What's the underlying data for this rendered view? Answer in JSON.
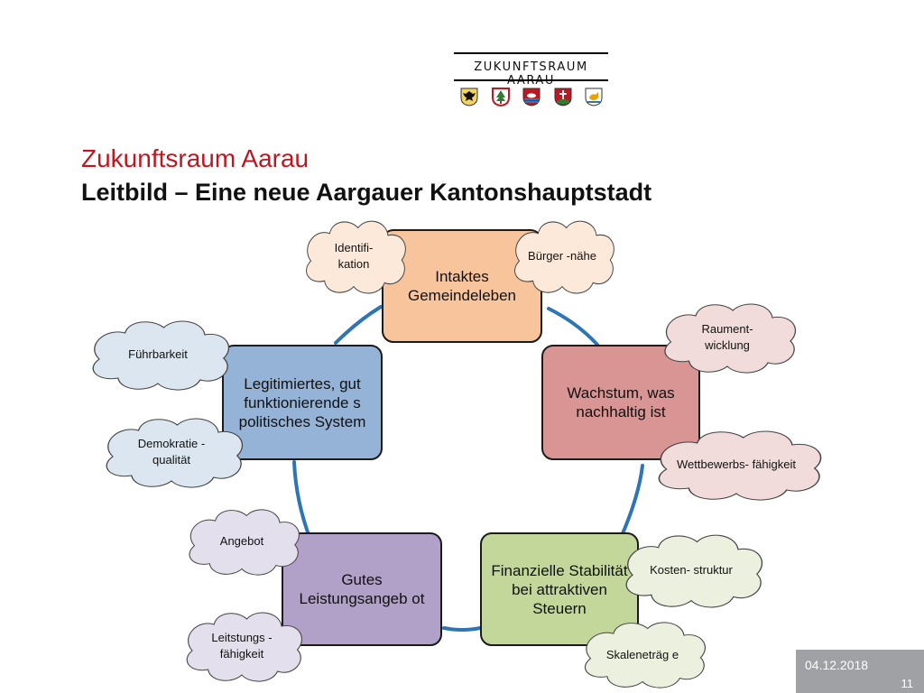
{
  "logo": {
    "text": "ZUKUNFTSRAUM AARAU",
    "crests": [
      "eagle-crest",
      "tree-crest",
      "swan-crest",
      "cross-crest",
      "bird-crest"
    ]
  },
  "title": {
    "line1": "Zukunftsraum Aarau",
    "line2": "Leitbild – Eine neue Aargauer Kantonshauptstadt"
  },
  "colors": {
    "title_red": "#c0161f",
    "ring_blue": "#2e75b6",
    "box_orange": "#f8c49c",
    "box_red": "#d99594",
    "box_green": "#c4d79b",
    "box_purple": "#b1a0c7",
    "box_blue": "#95b3d7",
    "cloud_orange": "#fde9d9",
    "cloud_red": "#f2dcdb",
    "cloud_green": "#ebf1de",
    "cloud_purple": "#e4dfec",
    "cloud_blue": "#dce6f1"
  },
  "boxes": {
    "top": "Intaktes Gemeindeleben",
    "right": "Wachstum, was nachhaltig ist",
    "bottom_right": "Finanzielle Stabilität bei attraktiven Steuern",
    "bottom_left": "Gutes Leistungsangeb ot",
    "left": "Legitimiertes, gut funktionierende s politisches System"
  },
  "clouds": {
    "identifikation": "Identifi- kation",
    "buergernaehe": "Bürger -nähe",
    "raumentwicklung": "Raument- wicklung",
    "wettbewerb": "Wettbewerbs- fähigkeit",
    "kostenstruktur": "Kosten- struktur",
    "skalenertraege": "Skaleneträg e",
    "angebot": "Angebot",
    "leistungsfaehigkeit": "Leitstungs -fähigkeit",
    "fuehrbarkeit": "Führbarkeit",
    "demokratie": "Demokratie -qualität"
  },
  "footer": {
    "date": "04.12.2018",
    "page": "11"
  }
}
